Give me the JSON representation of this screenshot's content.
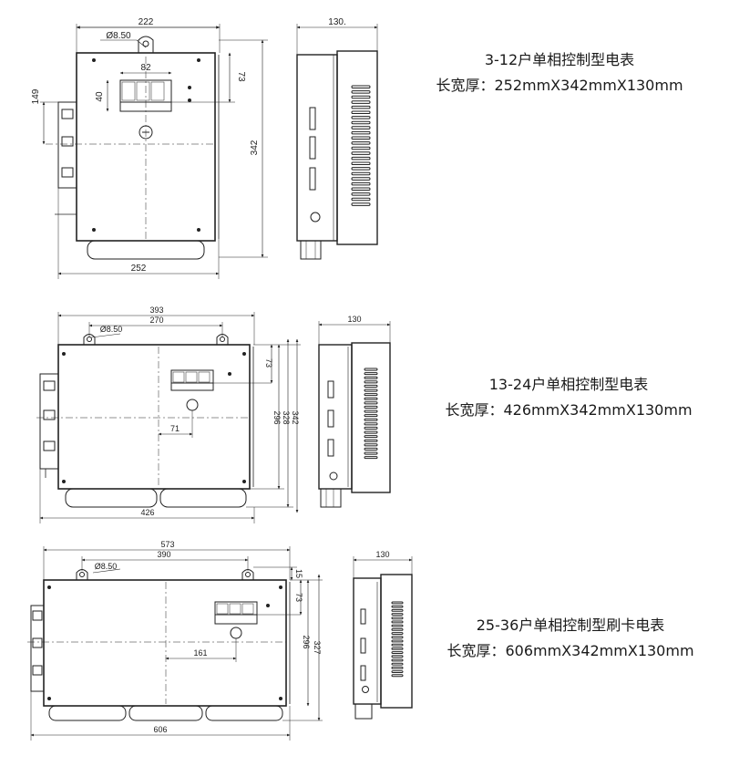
{
  "products": [
    {
      "title": "3-12户单相控制型电表",
      "size_label": "长宽厚：",
      "size_value": "252mmX342mmX130mm",
      "dims": {
        "overall_width": "222",
        "outer_width": "252",
        "height": "342",
        "depth": "130.",
        "hole_dia": "Ø8.50",
        "side_block": "149",
        "window_w": "82",
        "window_h": "40",
        "window_top": "73"
      }
    },
    {
      "title": "13-24户单相控制型电表",
      "size_label": "长宽厚：",
      "size_value": "426mmX342mmX130mm",
      "dims": {
        "overall_width": "393",
        "hole_spacing": "270",
        "outer_width": "426",
        "depth": "130",
        "hole_dia": "Ø8.50",
        "window_top": "73",
        "h1": "296",
        "h2": "328",
        "h3": "342",
        "offset": "71"
      }
    },
    {
      "title": "25-36户单相控制型刷卡电表",
      "size_label": "长宽厚：",
      "size_value": "606mmX342mmX130mm",
      "dims": {
        "overall_width": "573",
        "hole_spacing": "390",
        "outer_width": "606",
        "depth": "130",
        "hole_dia": "Ø8.50",
        "top_offset": "15",
        "window_top": "73",
        "h1": "296",
        "h2": "327",
        "offset": "161"
      }
    }
  ]
}
